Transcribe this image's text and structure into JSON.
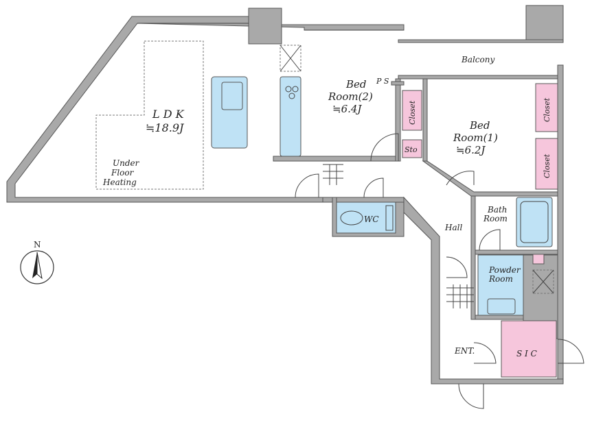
{
  "rooms": {
    "ldk": {
      "name": "L D K",
      "size": "≒18.9J"
    },
    "under_floor": {
      "line1": "Under",
      "line2": "Floor",
      "line3": "Heating"
    },
    "bed2": {
      "line1": "Bed",
      "line2": "Room(2)",
      "size": "≒6.4J"
    },
    "bed1": {
      "line1": "Bed",
      "line2": "Room(1)",
      "size": "≒6.2J"
    },
    "balcony": "Balcony",
    "ps": "P S",
    "sto": "Sto",
    "closet": "Closet",
    "wc": "WC",
    "bath": {
      "line1": "Bath",
      "line2": "Room"
    },
    "powder": {
      "line1": "Powder",
      "line2": "Room"
    },
    "hall": "Hall",
    "entrance": "ENT.",
    "sic": "S I C"
  },
  "compass": {
    "north": "N"
  }
}
